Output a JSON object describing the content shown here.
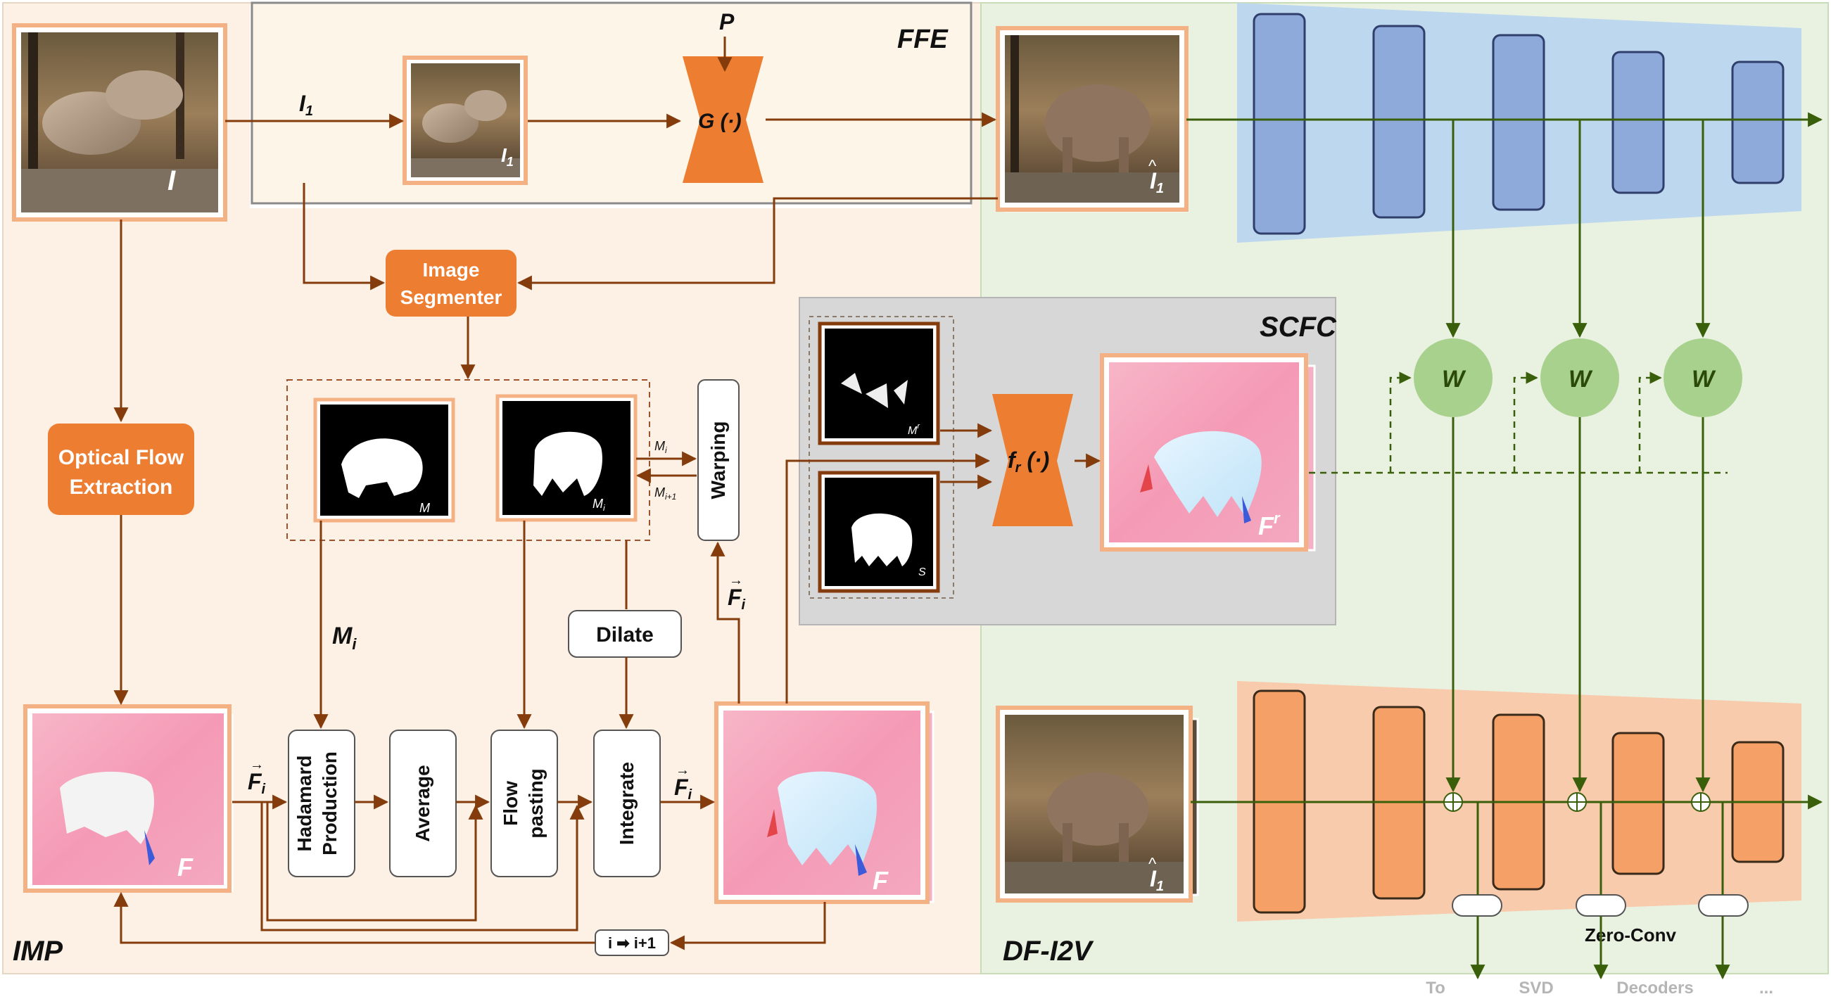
{
  "regions": {
    "imp": "IMP",
    "ffe": "FFE",
    "scfc": "SCFC",
    "dfi2v": "DF-I2V"
  },
  "inputs": {
    "image": "I",
    "i1": "I",
    "i1_sub": "1",
    "prompt": "P"
  },
  "modules": {
    "generator": "G (·)",
    "image_segmenter": [
      "Image",
      "Segmenter"
    ],
    "optical_flow": [
      "Optical Flow",
      "Extraction"
    ],
    "warping": "Warping",
    "dilate": "Dilate",
    "hadamard": [
      "Hadamard",
      "Production"
    ],
    "average": "Average",
    "flow_pasting": [
      "Flow",
      "pasting"
    ],
    "integrate": "Integrate",
    "refiner": "f",
    "refiner_sub": "r",
    "refiner_suffix": " (·)",
    "increment": "i ➡ i+1",
    "zero_conv": "Zero-Conv"
  },
  "labels": {
    "mask_m": "M",
    "mask_mi": "M",
    "mask_mr": "M",
    "mask_s": "S",
    "mi": "M",
    "mi_sub": "i",
    "mi_hat": "M",
    "mi_hat_sub": "i",
    "mi1_hat": "M",
    "mi1_hat_sub": "i+1",
    "flow": "F",
    "flow_i": "F",
    "flow_i_sub": "i",
    "flow_r": "F",
    "flow_r_sup": "r",
    "i1_hat": "I",
    "i1_hat_sub": "1"
  },
  "weights": [
    "W",
    "W",
    "W"
  ],
  "output_caption": [
    "To",
    "SVD",
    "Decoders",
    "..."
  ],
  "colors": {
    "imp_bg": "#fdf0e4",
    "ffe_bg": "#fdf6e8",
    "dfi2v_bg": "#e9f2e1",
    "scfc_bg": "#d7d7d7",
    "module_orange": "#ed7d31",
    "encoder_blue": "#8eaadb",
    "encoder_blue_bg": "#bdd7ee",
    "encoder_orange": "#f4b183",
    "encoder_orange_bg": "#f8cbad",
    "weight_green": "#a9d18e",
    "arrow_brown": "#843c0c",
    "arrow_green": "#3a5f0b"
  }
}
